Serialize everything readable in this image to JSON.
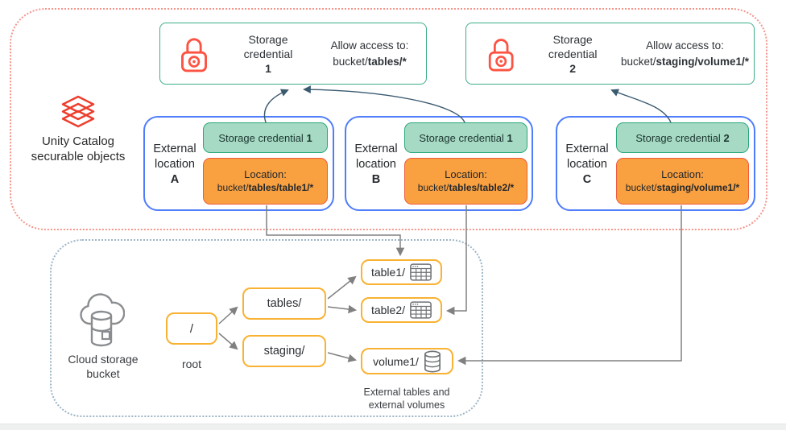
{
  "colors": {
    "brand_red": "#ee3d2c",
    "lock_coral": "#fd5343",
    "green_border": "#2aa87a",
    "green_fill": "#a6dac4",
    "orange_fill": "#f9a040",
    "orange_border": "#ef5b3b",
    "blue_border": "#4f7dfb",
    "yellow_border": "#f9b233",
    "salmon_dotted": "#f5958c",
    "gray_dotted": "#9db5c6",
    "arrow_dark": "#3a5a70",
    "arrow_gray": "#808080"
  },
  "unity_section": {
    "label_line1": "Unity Catalog",
    "label_line2": "securable objects"
  },
  "credentials": [
    {
      "title_line1": "Storage",
      "title_line2": "credential",
      "number": "1",
      "allow_label": "Allow access to:",
      "path_prefix": "bucket/",
      "path_bold": "tables/*"
    },
    {
      "title_line1": "Storage",
      "title_line2": "credential",
      "number": "2",
      "allow_label": "Allow access to:",
      "path_prefix": "bucket/",
      "path_bold": "staging/volume1/*"
    }
  ],
  "locations": [
    {
      "label_line1": "External",
      "label_line2": "location",
      "letter": "A",
      "credential_label": "Storage credential",
      "credential_number": "1",
      "location_label": "Location:",
      "path_prefix": "bucket/",
      "path_bold": "tables/table1/*"
    },
    {
      "label_line1": "External",
      "label_line2": "location",
      "letter": "B",
      "credential_label": "Storage credential",
      "credential_number": "1",
      "location_label": "Location:",
      "path_prefix": "bucket/",
      "path_bold": "tables/table2/*"
    },
    {
      "label_line1": "External",
      "label_line2": "location",
      "letter": "C",
      "credential_label": "Storage credential",
      "credential_number": "2",
      "location_label": "Location:",
      "path_prefix": "bucket/",
      "path_bold": "staging/volume1/*"
    }
  ],
  "bucket_section": {
    "label_line1": "Cloud storage",
    "label_line2": "bucket",
    "root_text": "/",
    "root_label": "root",
    "folder_tables": "tables/",
    "folder_staging": "staging/",
    "leaf_table1": "table1/",
    "leaf_table2": "table2/",
    "leaf_volume1": "volume1/",
    "caption_line1": "External tables and",
    "caption_line2": "external volumes"
  }
}
